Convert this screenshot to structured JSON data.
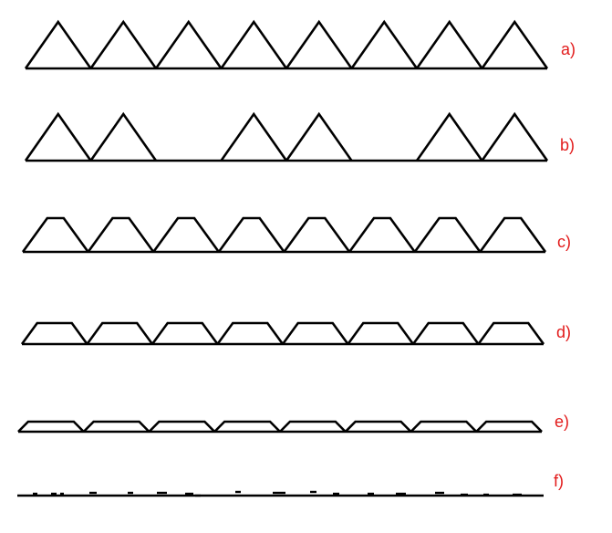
{
  "colors": {
    "line": "#000000",
    "label": "#e21b1b",
    "background": "#ffffff"
  },
  "rows": [
    {
      "id": "a",
      "label": "a)",
      "profile": "triangle",
      "pattern": [
        1,
        1,
        1,
        1,
        1,
        1,
        1,
        1
      ]
    },
    {
      "id": "b",
      "label": "b)",
      "profile": "triangle",
      "pattern": [
        1,
        1,
        0,
        1,
        1,
        0,
        1,
        1
      ]
    },
    {
      "id": "c",
      "label": "c)",
      "profile": "trapezoid",
      "pattern": [
        1,
        1,
        1,
        1,
        1,
        1,
        1,
        1
      ]
    },
    {
      "id": "d",
      "label": "d)",
      "profile": "trapezoid",
      "pattern": [
        1,
        1,
        1,
        1,
        1,
        1,
        1,
        1
      ]
    },
    {
      "id": "e",
      "label": "e)",
      "profile": "trapezoid",
      "pattern": [
        1,
        1,
        1,
        1,
        1,
        1,
        1,
        1
      ]
    },
    {
      "id": "f",
      "label": "f)",
      "profile": "flat",
      "pattern": [
        1,
        1,
        1,
        1,
        1,
        1,
        1,
        1
      ]
    }
  ]
}
